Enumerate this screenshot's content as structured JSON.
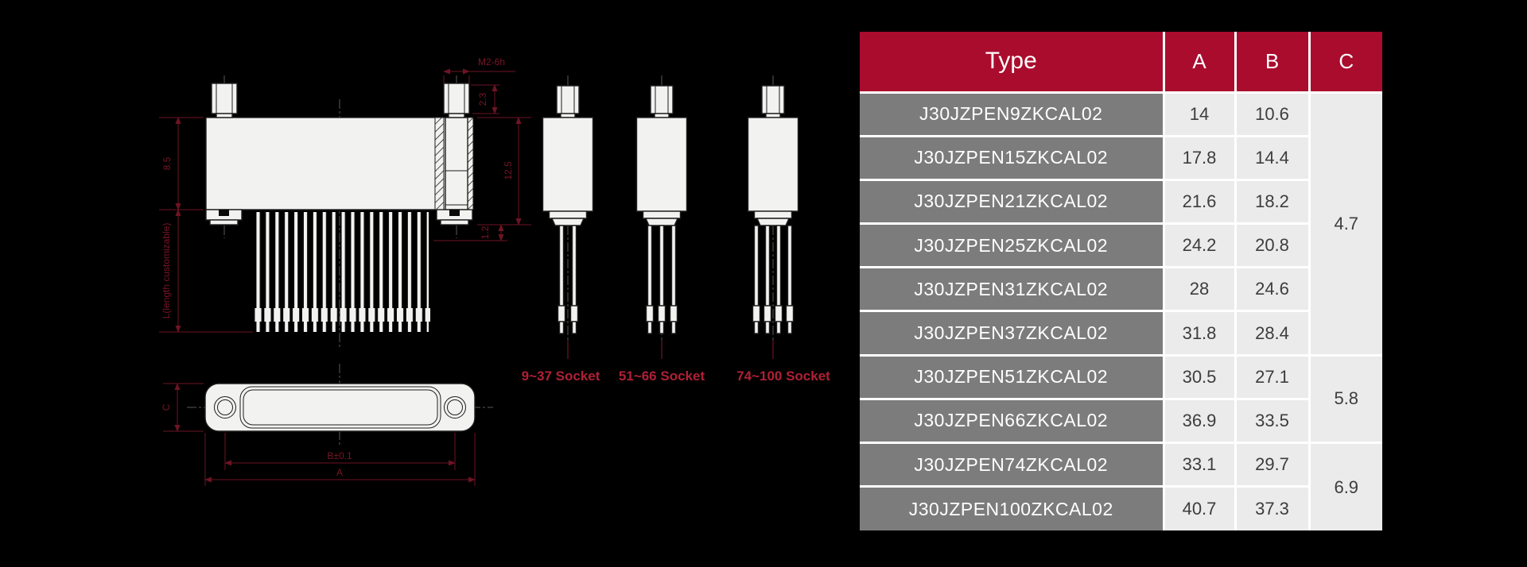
{
  "drawing": {
    "annotations": {
      "thread": "M2-6h",
      "dim_body_height": "8.5",
      "dim_screw": "2.3",
      "dim_side_height": "12.5",
      "dim_pin_shoulder": "1.2",
      "dim_length_note": "L(length customizable)",
      "dim_plate": "C",
      "dim_hole_span": "B±0.1",
      "dim_overall": "A"
    },
    "labels": [
      {
        "text": "9~37 Socket"
      },
      {
        "text": "51~66 Socket"
      },
      {
        "text": "74~100 Socket"
      }
    ]
  },
  "table": {
    "headers": {
      "type": "Type",
      "a": "A",
      "b": "B",
      "c": "C"
    },
    "rows": [
      {
        "type": "J30JZPEN9ZKCAL02",
        "a": "14",
        "b": "10.6"
      },
      {
        "type": "J30JZPEN15ZKCAL02",
        "a": "17.8",
        "b": "14.4"
      },
      {
        "type": "J30JZPEN21ZKCAL02",
        "a": "21.6",
        "b": "18.2"
      },
      {
        "type": "J30JZPEN25ZKCAL02",
        "a": "24.2",
        "b": "20.8"
      },
      {
        "type": "J30JZPEN31ZKCAL02",
        "a": "28",
        "b": "24.6"
      },
      {
        "type": "J30JZPEN37ZKCAL02",
        "a": "31.8",
        "b": "28.4"
      },
      {
        "type": "J30JZPEN51ZKCAL02",
        "a": "30.5",
        "b": "27.1"
      },
      {
        "type": "J30JZPEN66ZKCAL02",
        "a": "36.9",
        "b": "33.5"
      },
      {
        "type": "J30JZPEN74ZKCAL02",
        "a": "33.1",
        "b": "29.7"
      },
      {
        "type": "J30JZPEN100ZKCAL02",
        "a": "40.7",
        "b": "37.3"
      }
    ],
    "c_groups": [
      {
        "value": "4.7",
        "span": 6
      },
      {
        "value": "5.8",
        "span": 2
      },
      {
        "value": "6.9",
        "span": 2
      }
    ]
  },
  "colors": {
    "background": "#000000",
    "header_red": "#AA0C2E",
    "type_cell_gray": "#7C7C7C",
    "value_cell_gray": "#EBEBEB",
    "annotation_red": "#6E1424",
    "label_red": "#AF2035"
  }
}
